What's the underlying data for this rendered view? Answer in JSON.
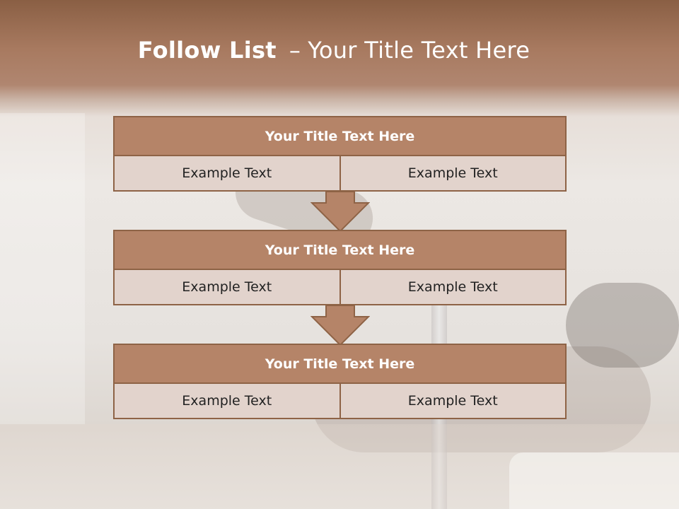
{
  "slide": {
    "title_bold": "Follow List",
    "title_separator": "–",
    "title_rest": "Your Title Text Here",
    "accent_color": "#b58468",
    "border_color": "#8e6346",
    "cell_color": "#e2d3cc"
  },
  "blocks": [
    {
      "title": "Your Title Text Here",
      "cells": [
        "Example Text",
        "Example Text"
      ]
    },
    {
      "title": "Your Title Text Here",
      "cells": [
        "Example Text",
        "Example Text"
      ]
    },
    {
      "title": "Your Title Text Here",
      "cells": [
        "Example Text",
        "Example Text"
      ]
    }
  ],
  "icons": {
    "connector": "down-arrow-icon"
  }
}
